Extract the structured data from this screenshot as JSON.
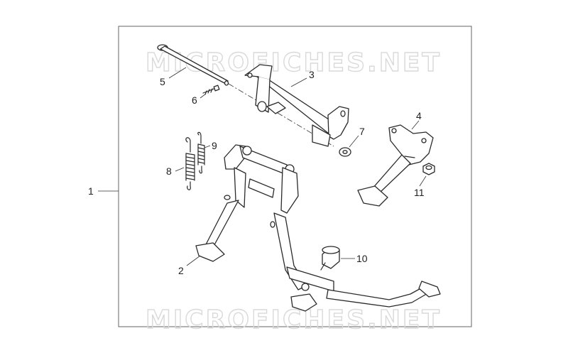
{
  "watermarks": [
    {
      "text": "MICROFICHES.NET"
    },
    {
      "text": "MICROFICHES.NET"
    }
  ],
  "callouts": [
    {
      "id": "1",
      "label": "1"
    },
    {
      "id": "2",
      "label": "2"
    },
    {
      "id": "3",
      "label": "3"
    },
    {
      "id": "4",
      "label": "4"
    },
    {
      "id": "5",
      "label": "5"
    },
    {
      "id": "6",
      "label": "6"
    },
    {
      "id": "7",
      "label": "7"
    },
    {
      "id": "8",
      "label": "8"
    },
    {
      "id": "9",
      "label": "9"
    },
    {
      "id": "10",
      "label": "10"
    },
    {
      "id": "11",
      "label": "11"
    }
  ]
}
